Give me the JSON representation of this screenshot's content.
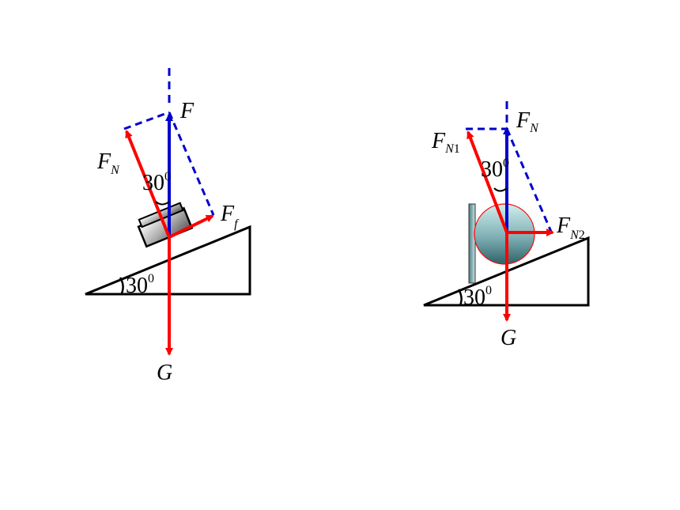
{
  "colors": {
    "force_red": "#ff0000",
    "force_blue": "#0000cc",
    "dash_blue": "#0000cc",
    "incline": "#000000"
  },
  "left": {
    "label_F": "F",
    "label_FN_main": "F",
    "label_FN_sub": "N",
    "label_Ff_main": "F",
    "label_Ff_sub": "f",
    "label_G": "G",
    "angle_top": "30",
    "angle_top_sup": "0",
    "angle_base": "30",
    "angle_base_sup": "0"
  },
  "right": {
    "label_FN_main": "F",
    "label_FN_sub": "N",
    "label_FN1_main": "F",
    "label_FN1_sub": "N",
    "label_FN1_num": "1",
    "label_FN2_main": "F",
    "label_FN2_sub": "N",
    "label_FN2_num": "2",
    "label_G": "G",
    "angle_top": "30",
    "angle_top_sup": "0",
    "angle_base": "30",
    "angle_base_sup": "0"
  }
}
